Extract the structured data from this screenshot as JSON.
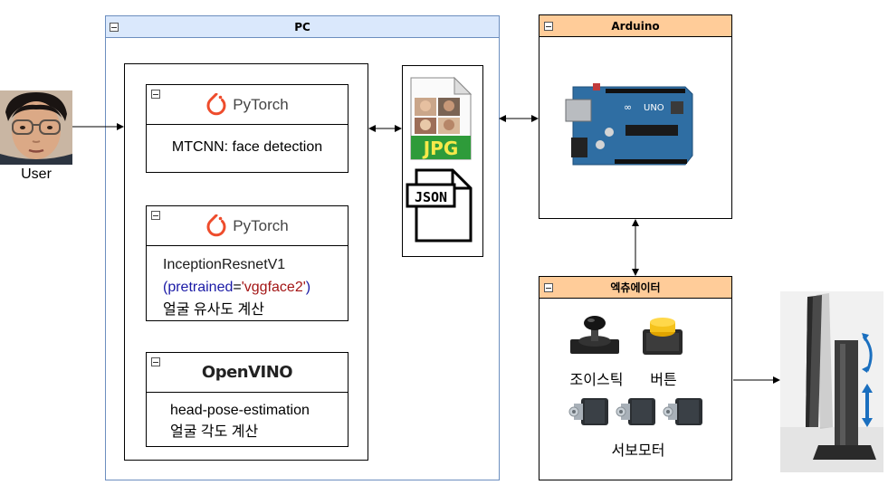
{
  "user": {
    "label": "User"
  },
  "pc": {
    "title": "PC",
    "pytorch1": {
      "brand": "PyTorch",
      "line1": "MTCNN: face detection"
    },
    "pytorch2": {
      "brand": "PyTorch",
      "line1": "InceptionResnetV1",
      "line2_open": "(",
      "line2_key": "pretrained",
      "line2_eq": "=",
      "line2_val": "'vggface2'",
      "line2_close": ")",
      "line3": "얼굴 유사도 계산"
    },
    "openvino": {
      "brand": "OpenVINO",
      "line1": "head-pose-estimation",
      "line2": "얼굴 각도 계산"
    }
  },
  "files": {
    "jpg_label": "JPG",
    "json_label": "JSON"
  },
  "arduino": {
    "title": "Arduino",
    "board_text": "UNO"
  },
  "actuator": {
    "title": "엑츄에이터",
    "joystick_label": "조이스틱",
    "button_label": "버튼",
    "servo_label": "서보모터"
  },
  "colors": {
    "pc_header": "#dae8fc",
    "pc_border": "#6c8ebf",
    "orange_header": "#ffcc99",
    "pytorch": "#ee4c2c",
    "jpg_green": "#2e9b3a",
    "arduino_board": "#2f6ea3",
    "code_blue": "#1a1aa6",
    "code_red": "#a31515"
  }
}
